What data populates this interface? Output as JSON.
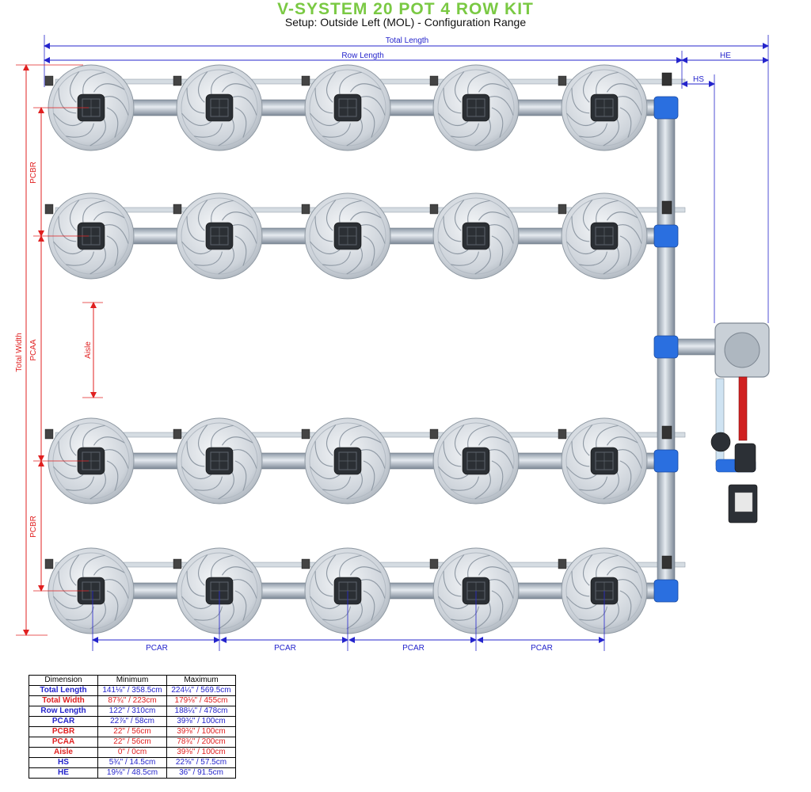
{
  "title": "V-SYSTEM 20 POT 4 ROW KIT",
  "subtitle": "Setup: Outside Left (MOL) - Configuration Range",
  "colors": {
    "blue": "#2424cc",
    "red": "#e02020",
    "title_green": "#7ac943",
    "pipe": "#b8c2cc",
    "fitting_blue": "#2a6fe0"
  },
  "labels": {
    "total_length": "Total Length",
    "row_length": "Row Length",
    "he": "HE",
    "hs": "HS",
    "total_width": "Total Width",
    "pcbr_top": "PCBR",
    "pcaa": "PCAA",
    "aisle": "Aisle",
    "pcbr_bottom": "PCBR",
    "pcar": [
      "PCAR",
      "PCAR",
      "PCAR",
      "PCAR"
    ]
  },
  "layout": {
    "rows": 4,
    "pots_per_row": 5,
    "total_pots": 20
  },
  "table": {
    "headers": [
      "Dimension",
      "Minimum",
      "Maximum"
    ],
    "rows": [
      {
        "dimension": "Total Length",
        "min": "141⅛\" / 358.5cm",
        "max": "224¼\" / 569.5cm",
        "color": "blue"
      },
      {
        "dimension": "Total Width",
        "min": "87¾\" / 223cm",
        "max": "179⅛\" / 455cm",
        "color": "red"
      },
      {
        "dimension": "Row Length",
        "min": "122\" / 310cm",
        "max": "188¼\" / 478cm",
        "color": "blue"
      },
      {
        "dimension": "PCAR",
        "min": "22⅞\" / 58cm",
        "max": "39⅜\" / 100cm",
        "color": "blue"
      },
      {
        "dimension": "PCBR",
        "min": "22\" / 56cm",
        "max": "39⅜\" / 100cm",
        "color": "red"
      },
      {
        "dimension": "PCAA",
        "min": "22\" / 56cm",
        "max": "78¾\" / 200cm",
        "color": "red"
      },
      {
        "dimension": "Aisle",
        "min": "0\" / 0cm",
        "max": "39⅜\" / 100cm",
        "color": "red"
      },
      {
        "dimension": "HS",
        "min": "5¾\" / 14.5cm",
        "max": "22⅝\" / 57.5cm",
        "color": "blue"
      },
      {
        "dimension": "HE",
        "min": "19⅛\" / 48.5cm",
        "max": "36\" / 91.5cm",
        "color": "blue"
      }
    ]
  }
}
